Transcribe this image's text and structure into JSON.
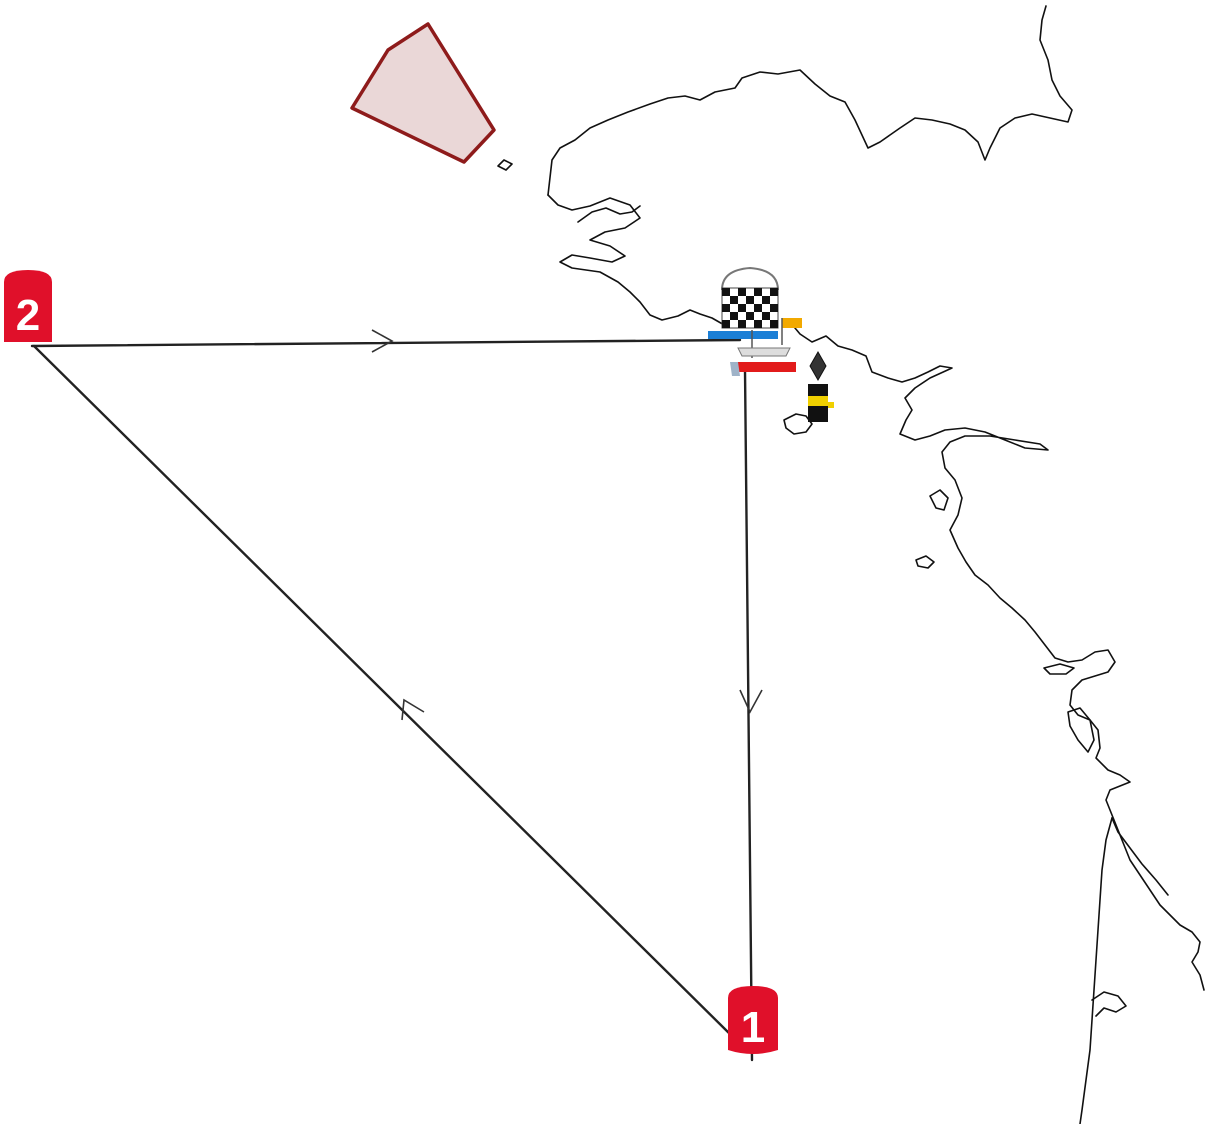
{
  "marks": [
    {
      "id": "mark-1",
      "label": "1",
      "color": "#e0102a"
    },
    {
      "id": "mark-2",
      "label": "2",
      "color": "#e0102a"
    }
  ],
  "colors": {
    "route": "#222222",
    "coastline": "#111111",
    "exclusion_zone_fill": "#ead7d7",
    "exclusion_zone_stroke": "#8e1b1b",
    "committee_boat": "#e21b1b",
    "start_line_blue": "#1b7fd6",
    "flag_orange": "#f2a900"
  },
  "icons": {
    "finish": "checkered-flag-icon",
    "committee_boat": "boat-icon",
    "cardinal_mark": "cardinal-buoy-icon",
    "turn_mark": "red-buoy-icon"
  }
}
